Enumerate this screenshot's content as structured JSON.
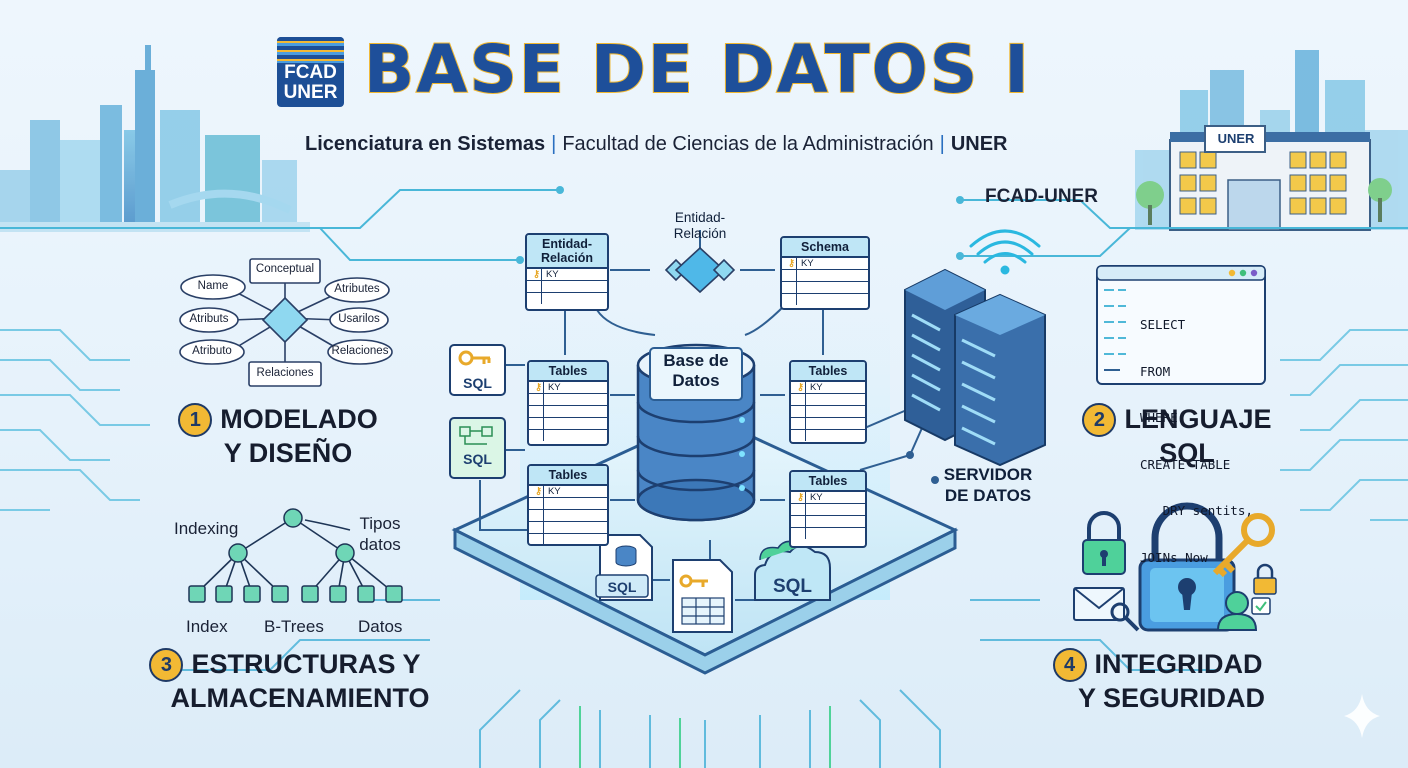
{
  "logo": {
    "line1": "FCAD",
    "line2": "UNER"
  },
  "title": "BASE DE DATOS I",
  "subtitle": {
    "part1": "Licenciatura en Sistemas",
    "part2": "Facultad de Ciencias de la Administración",
    "part3": "UNER",
    "separator": "|"
  },
  "campus_label": "FCAD-UNER",
  "building_sign": "UNER",
  "sections": {
    "s1": {
      "number": "1",
      "line1": "MODELADO",
      "line2": "Y DISEÑO"
    },
    "s2": {
      "number": "2",
      "line1": "LENGUAJE",
      "line2": "SQL"
    },
    "s3": {
      "number": "3",
      "line1": "ESTRUCTURAS Y",
      "line2": "ALMACENAMIENTO"
    },
    "s4": {
      "number": "4",
      "line1": "INTEGRIDAD",
      "line2": "Y SEGURIDAD"
    }
  },
  "er_diagram": {
    "conceptual": "Conceptual",
    "name": "Name",
    "atributes": "Atributes",
    "atributs": "Atributs",
    "usarilos": "Usarilos",
    "atributo": "Atributo",
    "relaciones_a": "Relaciones",
    "relaciones_b": "Relaciones"
  },
  "tree": {
    "indexing": "Indexing",
    "tipos": "Tipos",
    "datos_top": "datos",
    "index": "Index",
    "btrees": "B-Trees",
    "datos_bottom": "Datos"
  },
  "center": {
    "db_line1": "Base de",
    "db_line2": "Datos",
    "er_label_line1": "Entidad-",
    "er_label_line2": "Relación",
    "card_er_line1": "Entidad-",
    "card_er_line2": "Relación",
    "card_schema": "Schema",
    "card_tables": "Tables",
    "key_col": "KY",
    "sql": "SQL",
    "server_line1": "SERVIDOR",
    "server_line2": "DE DATOS"
  },
  "sql_window": {
    "lines": [
      "SELECT",
      "FROM",
      "WHERE",
      "CREATE TABLE",
      "   DRY sentits,",
      "JOINs Now"
    ]
  },
  "colors": {
    "title_blue": "#1e4f9a",
    "title_outline": "#f0b72f",
    "accent_cyan": "#35b6d6",
    "card_header": "#bfe6f6",
    "sql_green": "#3fbf7a",
    "badge_yellow": "#f2b934"
  },
  "icons": [
    "key-icon",
    "diagram-icon",
    "lock-icon",
    "envelope-icon",
    "user-icon",
    "database-icon",
    "wifi-icon",
    "sparkle-icon",
    "server-icon"
  ]
}
